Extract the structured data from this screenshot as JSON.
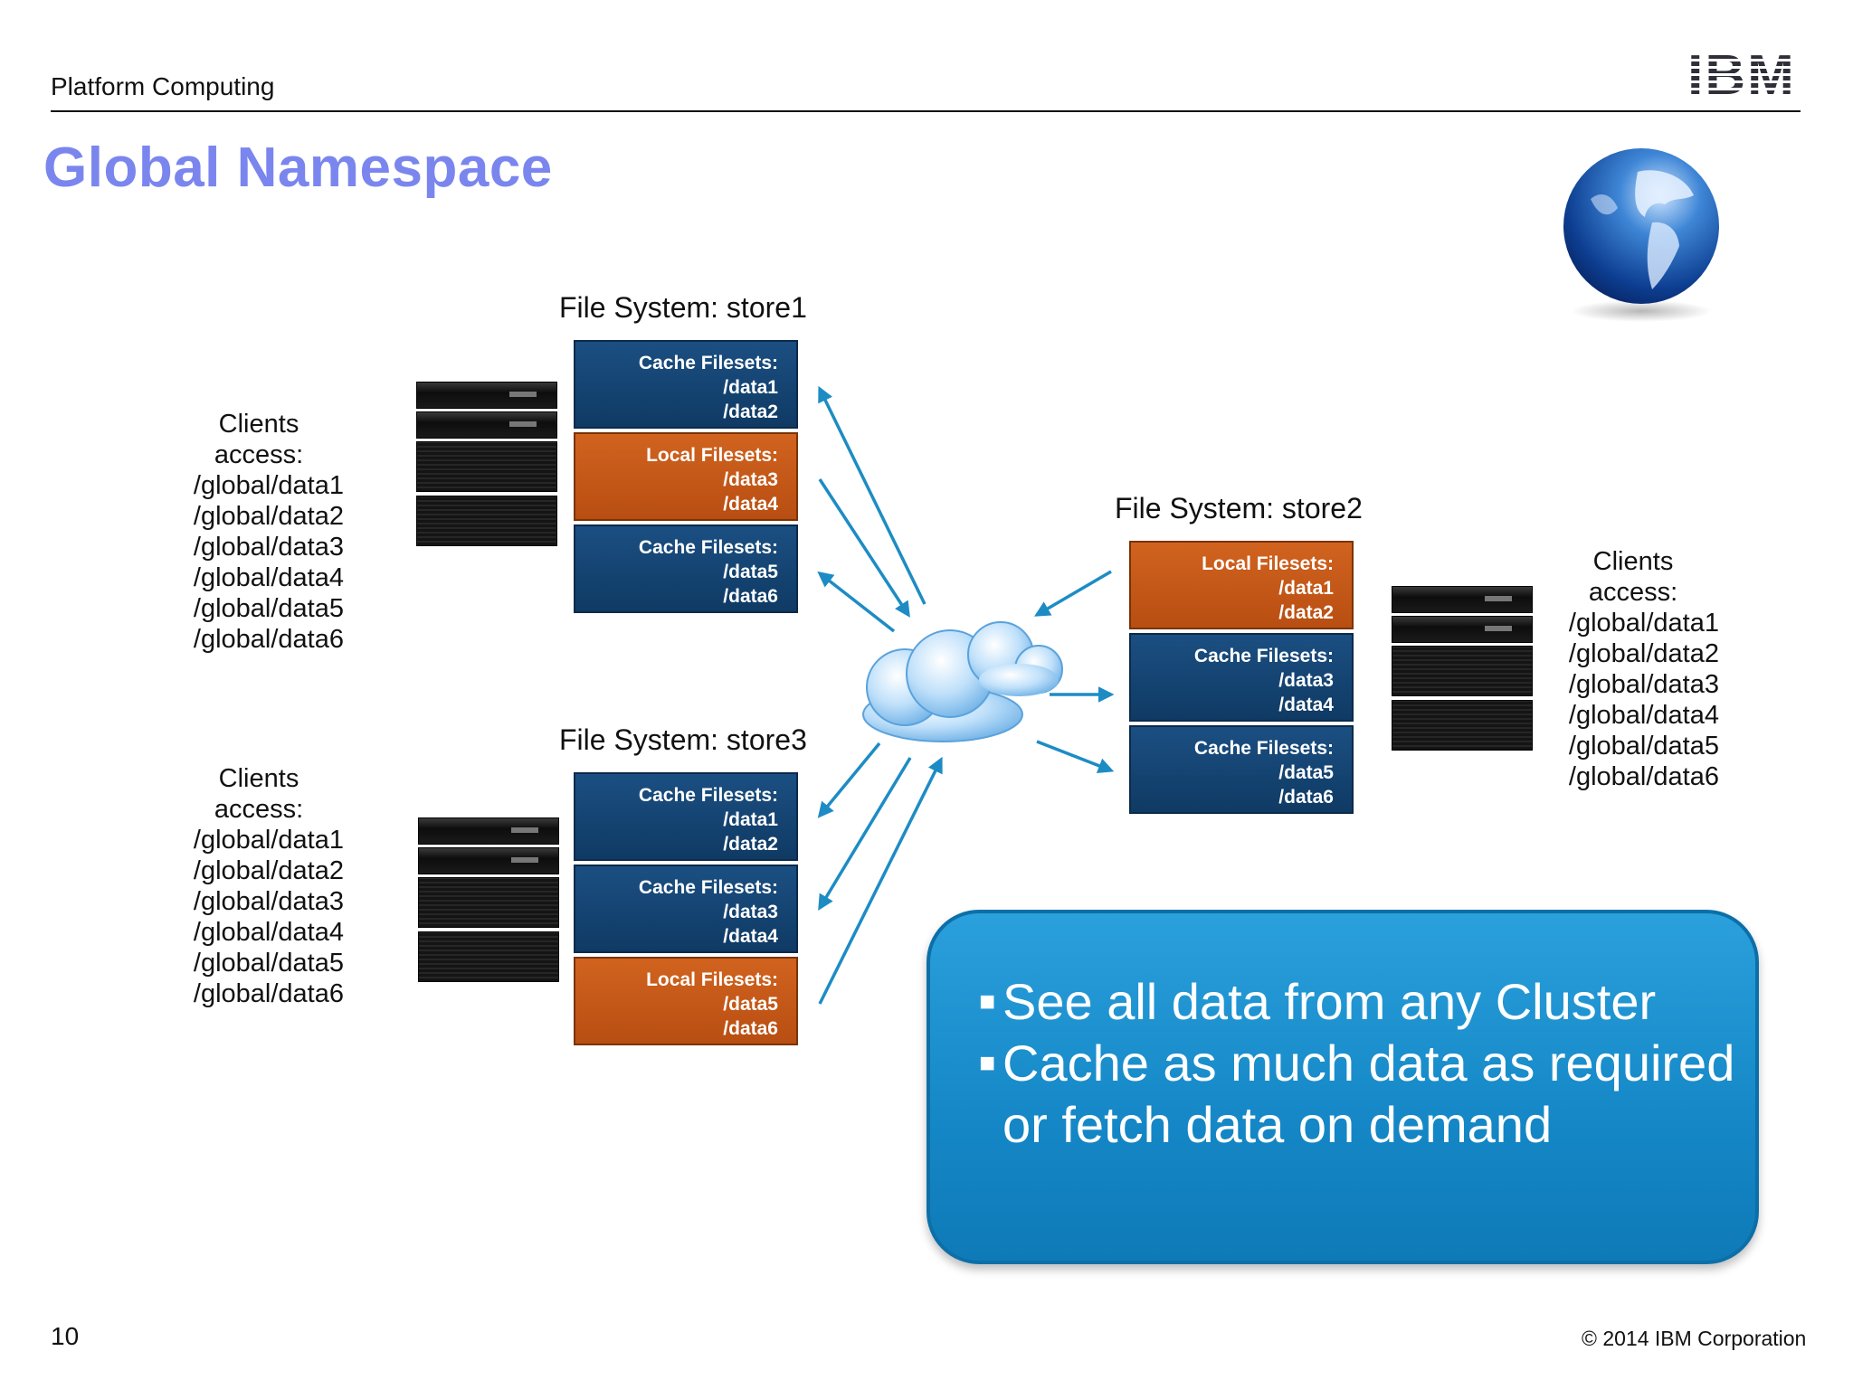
{
  "header": {
    "label": "Platform Computing",
    "logo_text": "IBM"
  },
  "title": "Global Namespace",
  "clients": {
    "heading": "Clients access:",
    "paths": [
      "/global/data1",
      "/global/data2",
      "/global/data3",
      "/global/data4",
      "/global/data5",
      "/global/data6"
    ]
  },
  "file_systems": [
    {
      "label": "File System: store1",
      "filesets": [
        {
          "kind": "cache",
          "title": "Cache Filesets:",
          "items": [
            "/data1",
            "/data2"
          ]
        },
        {
          "kind": "local",
          "title": "Local Filesets:",
          "items": [
            "/data3",
            "/data4"
          ]
        },
        {
          "kind": "cache",
          "title": "Cache Filesets:",
          "items": [
            "/data5",
            "/data6"
          ]
        }
      ]
    },
    {
      "label": "File System: store2",
      "filesets": [
        {
          "kind": "local",
          "title": "Local Filesets:",
          "items": [
            "/data1",
            "/data2"
          ]
        },
        {
          "kind": "cache",
          "title": "Cache Filesets:",
          "items": [
            "/data3",
            "/data4"
          ]
        },
        {
          "kind": "cache",
          "title": "Cache Filesets:",
          "items": [
            "/data5",
            "/data6"
          ]
        }
      ]
    },
    {
      "label": "File System: store3",
      "filesets": [
        {
          "kind": "cache",
          "title": "Cache Filesets:",
          "items": [
            "/data1",
            "/data2"
          ]
        },
        {
          "kind": "cache",
          "title": "Cache Filesets:",
          "items": [
            "/data3",
            "/data4"
          ]
        },
        {
          "kind": "local",
          "title": "Local Filesets:",
          "items": [
            "/data5",
            "/data6"
          ]
        }
      ]
    }
  ],
  "callout": {
    "bullets": [
      "See all data from any Cluster",
      "Cache as much data as required or fetch data on demand"
    ]
  },
  "footer": {
    "page_number": "10",
    "copyright": "© 2014 IBM Corporation"
  },
  "colors": {
    "title": "#7a86ee",
    "cache": "#124673",
    "local": "#c95918",
    "arrow": "#1d8cc4",
    "callout": "#1a8fd0"
  }
}
